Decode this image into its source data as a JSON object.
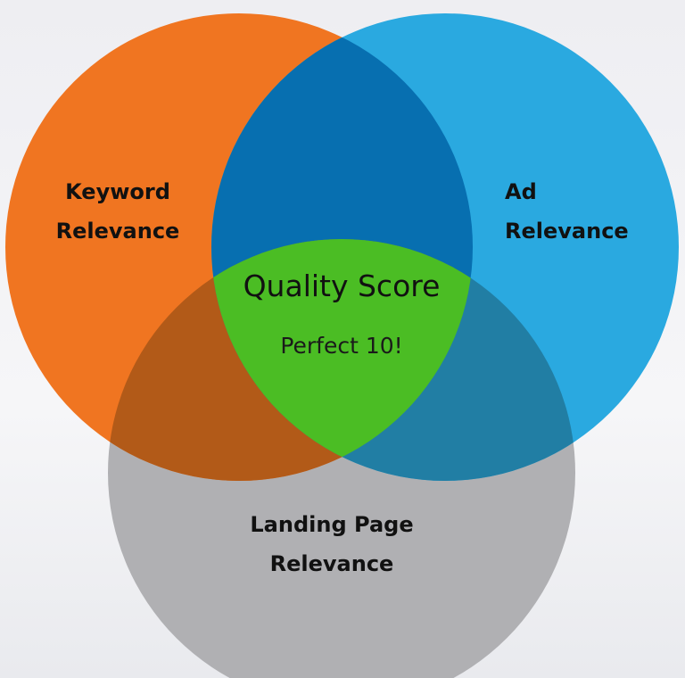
{
  "diagram": {
    "type": "venn",
    "circles": [
      {
        "id": "keyword",
        "label_line1": "Keyword",
        "label_line2": "Relevance",
        "color": "#f07521"
      },
      {
        "id": "ad",
        "label_line1": "Ad",
        "label_line2": "Relevance",
        "color": "#2aa9e0"
      },
      {
        "id": "landing",
        "label_line1": "Landing Page",
        "label_line2": "Relevance",
        "color": "#b0b0b3"
      }
    ],
    "intersections": {
      "keyword_ad": "#076fb0",
      "keyword_landing": "#b25a18",
      "ad_landing": "#217ea4",
      "all": "#4bbd24"
    },
    "center": {
      "title": "Quality Score",
      "subtitle": "Perfect 10!"
    }
  }
}
